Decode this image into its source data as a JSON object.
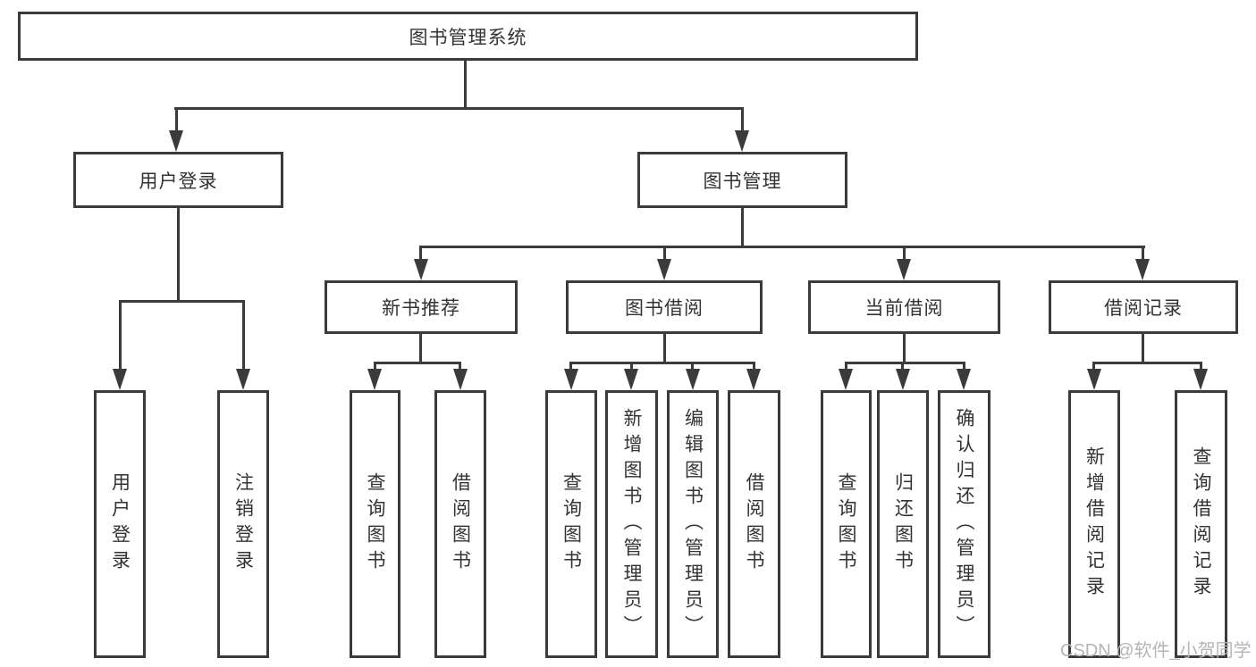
{
  "title": "图书管理系统",
  "nodes": {
    "user_login": "用户登录",
    "book_mgmt": "图书管理",
    "new_books": "新书推荐",
    "book_borrow": "图书借阅",
    "current_borrow": "当前借阅",
    "borrow_records": "借阅记录"
  },
  "leaves": {
    "user_login": [
      "用户登录",
      "注销登录"
    ],
    "new_books": [
      "查询图书",
      "借阅图书"
    ],
    "book_borrow": [
      "查询图书",
      "新增图书（管理员）",
      "编辑图书（管理员）",
      "借阅图书"
    ],
    "current_borrow": [
      "查询图书",
      "归还图书",
      "确认归还（管理员）"
    ],
    "borrow_records": [
      "新增借阅记录",
      "查询借阅记录"
    ]
  },
  "watermark": "CSDN @软件_小贺同学",
  "colors": {
    "line": "#3b3b3b",
    "text": "#333333",
    "watermark": "#b5b5b5",
    "background": "#ffffff"
  }
}
